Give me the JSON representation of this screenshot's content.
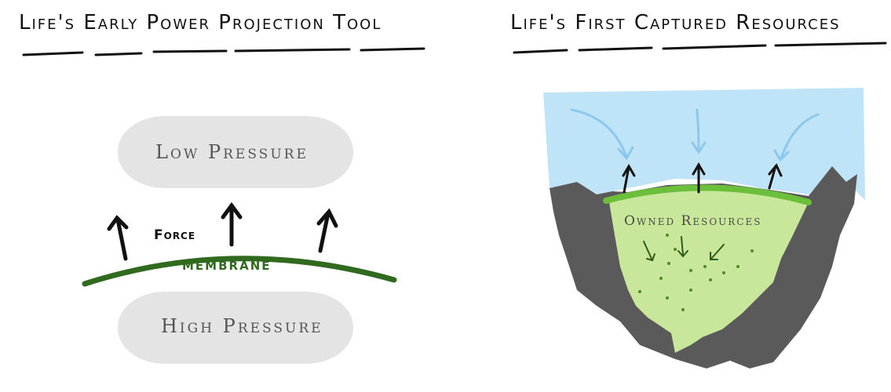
{
  "left_panel": {
    "title": "Life's Early Power Projection Tool",
    "top_label": "Low Pressure",
    "bottom_label": "High Pressure",
    "force_label": "Force",
    "membrane_label": "Membrane",
    "membrane_color": "#2f6a1f",
    "cloud_color": "#e4e4e4"
  },
  "right_panel": {
    "title": "Life's First Captured Resources",
    "resources_label": "Owned Resources",
    "sky_color": "#bfe3f7",
    "rock_color": "#5a5a5a",
    "resource_color": "#c9e79a",
    "membrane_color": "#6cbf3a"
  }
}
